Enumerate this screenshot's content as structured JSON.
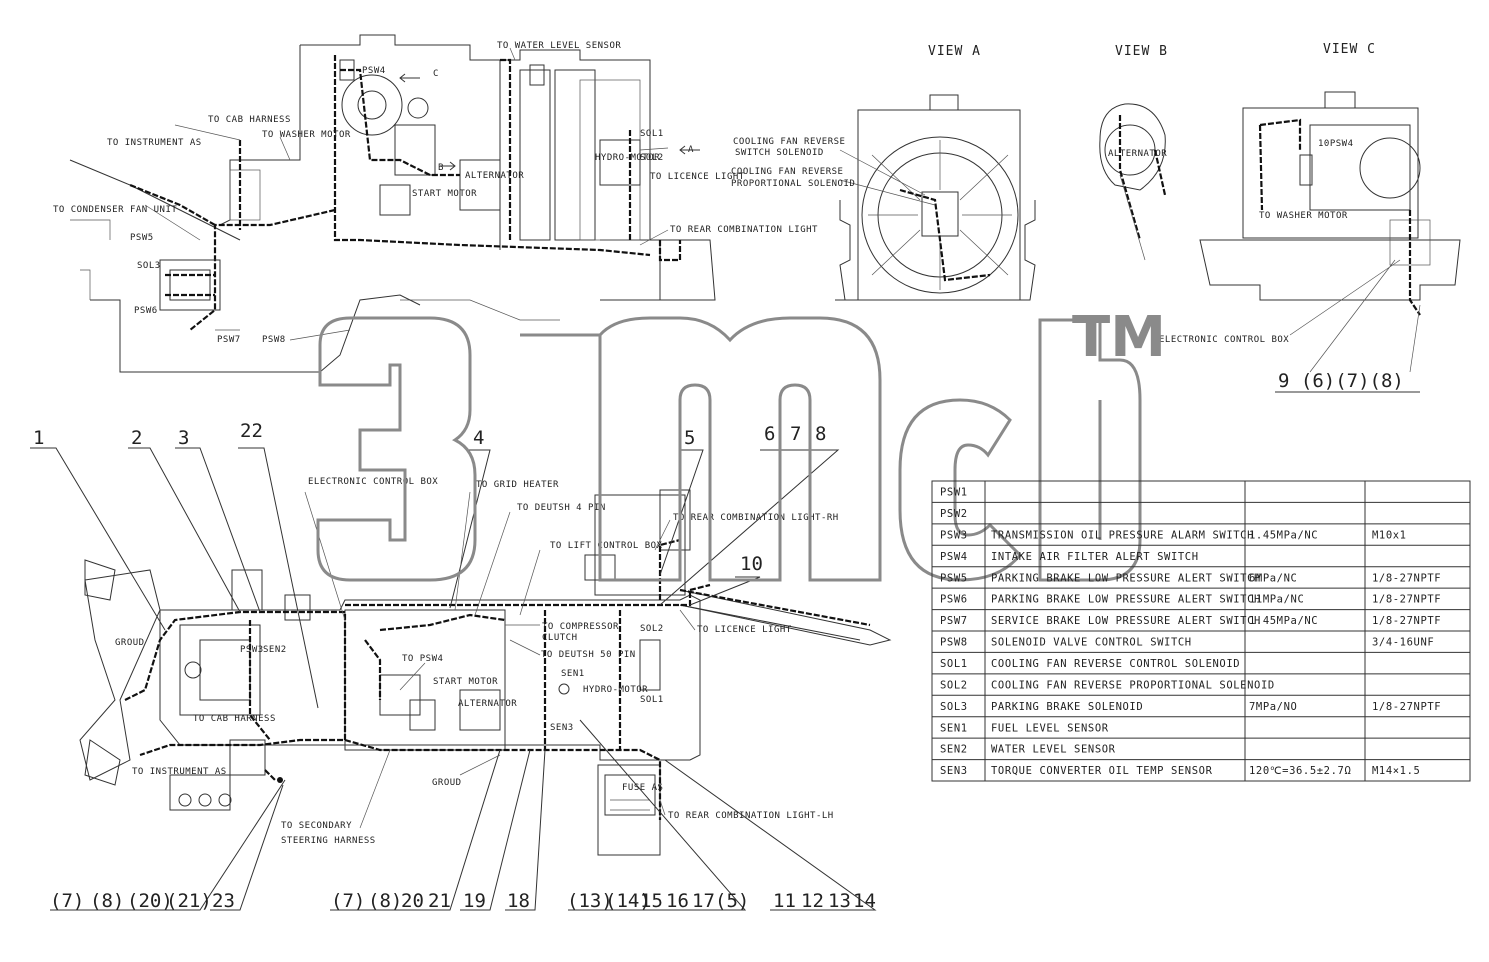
{
  "top_labels": [
    "TO WATER LEVEL SENSOR",
    "TO CAB HARNESS",
    "TO WASHER MOTOR",
    "TO INSTRUMENT AS",
    "TO CONDENSER FAN UNIT",
    "PSW5",
    "SOL3",
    "PSW6",
    "PSW7",
    "PSW8",
    "START MOTOR",
    "TO LICENCE LIGHT",
    "TO REAR COMBINATION LIGHT",
    "HYDRO-MOTOR",
    "ALTERNATOR",
    "PSW4",
    "SOL1",
    "SOL2",
    "C",
    "B",
    "A"
  ],
  "views": {
    "view_a": "VIEW A",
    "view_b": "VIEW B",
    "view_c": "VIEW C",
    "cooling_fan_reverse_1": "COOLING FAN REVERSE",
    "cooling_fan_reverse_2": "SWITCH SOLENOID",
    "cooling_fan_prop_1": "COOLING FAN REVERSE",
    "cooling_fan_prop_2": "PROPORTIONAL SOLENOID",
    "alternator": "ALTERNATOR",
    "psw": "10PSW4",
    "washer": "TO WASHER MOTOR",
    "ecb": "ELECTRONIC CONTROL BOX",
    "callout": "9 (6)(7)(8)"
  },
  "bottom_labels": [
    "ELECTRONIC CONTROL BOX",
    "TO GRID HEATER",
    "TO DEUTSH 4 PIN",
    "TO LIFT CONTROL BOX",
    "TO REAR COMBINATION LIGHT-RH",
    "TO COMPRESSOR",
    "CLUTCH",
    "TO DEUTSH 50 PIN",
    "TO PSW4",
    "START MOTOR",
    "ALTERNATOR",
    "HYDRO-MOTOR",
    "SEN1",
    "SEN3",
    "SOL1",
    "SOL2",
    "GROUD",
    "GROUD",
    "PSW3",
    "SEN2",
    "TO CAB HARNESS",
    "TO INSTRUMENT AS",
    "TO SECONDARY",
    "STEERING HARNESS",
    "TO LICENCE LIGHT",
    "FUSE AS",
    "TO REAR COMBINATION LIGHT-LH"
  ],
  "callouts_top": [
    "1",
    "2",
    "3",
    "22",
    "4",
    "5",
    "6",
    "7",
    "8",
    "10"
  ],
  "callouts_bottom": [
    "(7)",
    "(8)",
    "(20)",
    "(21)",
    "23",
    "(7)",
    "(8)",
    "20",
    "21",
    "19",
    "18",
    "(13)",
    "(14)",
    "15",
    "16",
    "17",
    "(5)",
    "11",
    "12",
    "13",
    "14"
  ],
  "watermark": "TM",
  "parts_table": {
    "rows": [
      {
        "code": "PSW1",
        "name": "",
        "spec": "",
        "thread": ""
      },
      {
        "code": "PSW2",
        "name": "",
        "spec": "",
        "thread": ""
      },
      {
        "code": "PSW3",
        "name": "TRANSMISSION OIL PRESSURE ALARM SWITCH",
        "spec": "1.45MPa/NC",
        "thread": "M10x1"
      },
      {
        "code": "PSW4",
        "name": "INTAKE AIR FILTER ALERT SWITCH",
        "spec": "",
        "thread": ""
      },
      {
        "code": "PSW5",
        "name": "PARKING BRAKE LOW PRESSURE ALERT SWITCH",
        "spec": "6MPa/NC",
        "thread": "1/8-27NPTF"
      },
      {
        "code": "PSW6",
        "name": "PARKING BRAKE LOW PRESSURE ALERT SWITCH",
        "spec": "11MPa/NC",
        "thread": "1/8-27NPTF"
      },
      {
        "code": "PSW7",
        "name": "SERVICE BRAKE LOW PRESSURE ALERT SWITCH",
        "spec": "1.45MPa/NC",
        "thread": "1/8-27NPTF"
      },
      {
        "code": "PSW8",
        "name": "SOLENOID VALVE CONTROL SWITCH",
        "spec": "",
        "thread": "3/4-16UNF"
      },
      {
        "code": "SOL1",
        "name": "COOLING FAN REVERSE CONTROL SOLENOID",
        "spec": "",
        "thread": ""
      },
      {
        "code": "SOL2",
        "name": "COOLING FAN REVERSE PROPORTIONAL SOLENOID",
        "spec": "",
        "thread": ""
      },
      {
        "code": "SOL3",
        "name": "PARKING BRAKE SOLENOID",
        "spec": "7MPa/NO",
        "thread": "1/8-27NPTF"
      },
      {
        "code": "SEN1",
        "name": "FUEL LEVEL SENSOR",
        "spec": "",
        "thread": ""
      },
      {
        "code": "SEN2",
        "name": "WATER LEVEL SENSOR",
        "spec": "",
        "thread": ""
      },
      {
        "code": "SEN3",
        "name": "TORQUE CONVERTER OIL TEMP SENSOR",
        "spec": "120℃=36.5±2.7Ω",
        "thread": "M14×1.5"
      }
    ]
  }
}
